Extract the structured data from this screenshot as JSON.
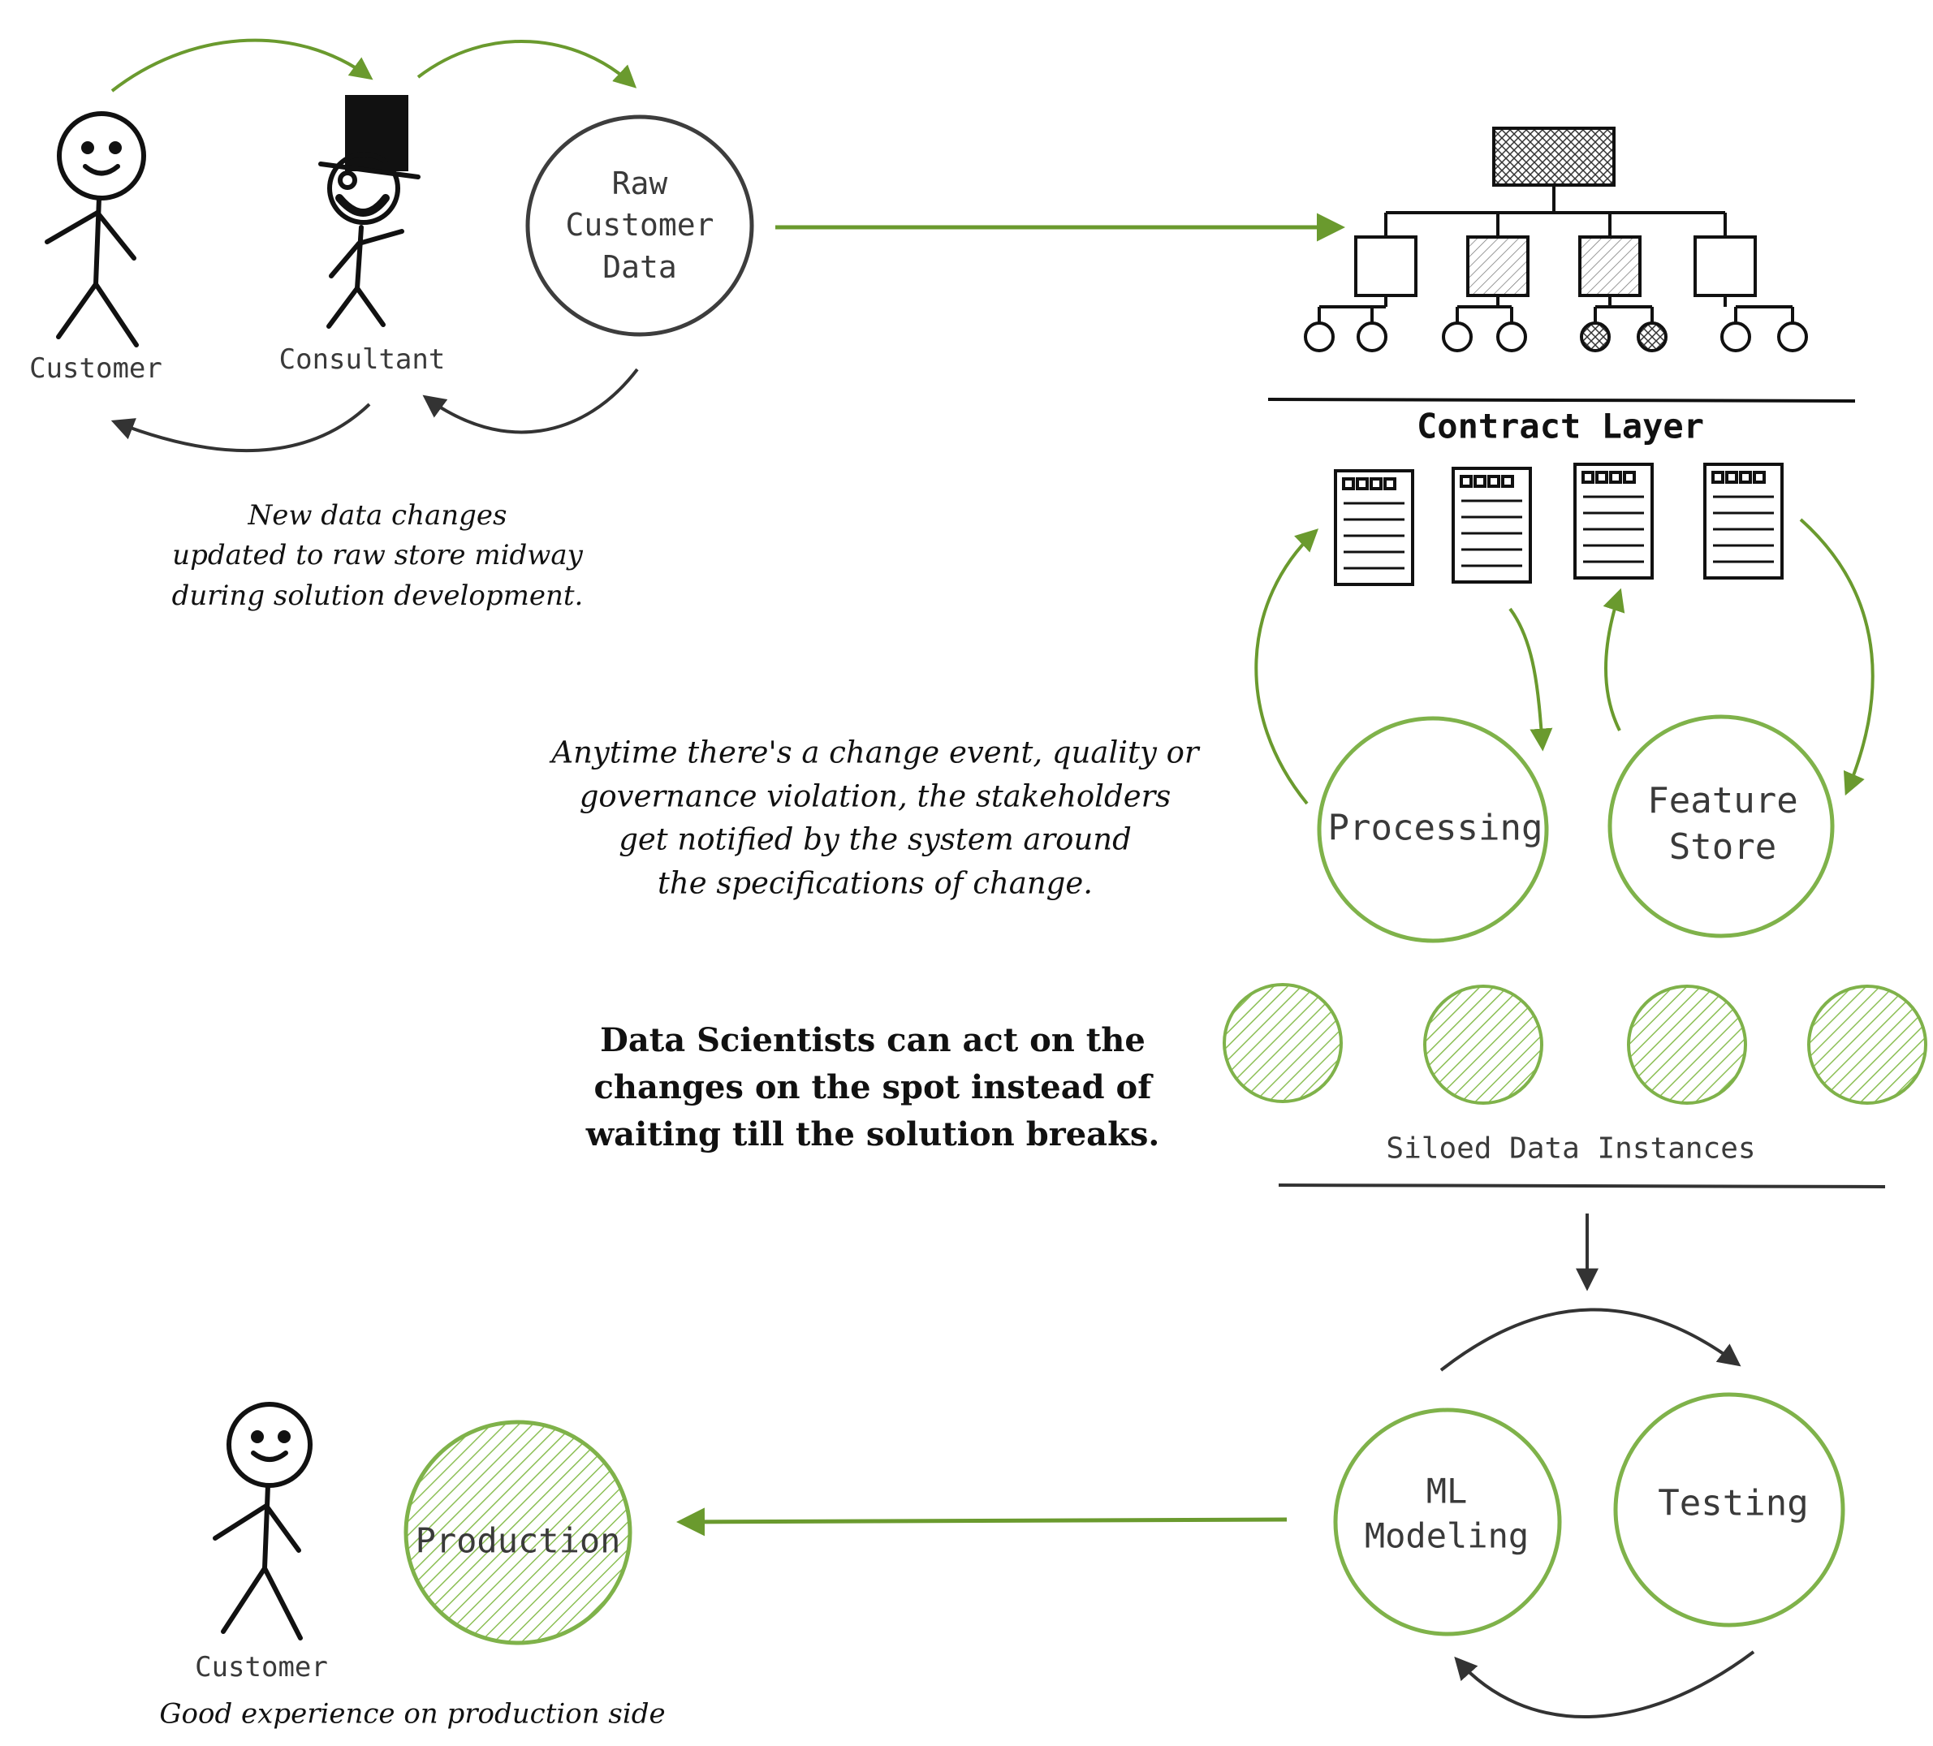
{
  "diagram": {
    "actors": {
      "customer_top": "Customer",
      "consultant": "Consultant",
      "customer_bottom": "Customer"
    },
    "nodes": {
      "raw_data": [
        "Raw",
        "Customer",
        "Data"
      ],
      "processing": "Processing",
      "feature_store": [
        "Feature",
        "Store"
      ],
      "ml_modeling": [
        "ML",
        "Modeling"
      ],
      "testing": "Testing",
      "production": "Production"
    },
    "labels": {
      "contract_layer": "Contract Layer",
      "siloed_instances": "Siloed Data Instances"
    },
    "notes": {
      "midway": [
        "New data changes",
        "updated to raw store midway",
        "during solution development."
      ],
      "notified": [
        "Anytime there's a change event, quality or",
        "governance violation, the stakeholders",
        "get notified by the system around",
        "the specifications of change."
      ],
      "data_scientists": [
        "Data Scientists can act on the",
        "changes on the spot instead of",
        "waiting till the solution breaks."
      ],
      "good_experience": "Good experience on production side"
    },
    "colors": {
      "accent_green": "#6a9a2e",
      "circle_green": "#7fb24a",
      "ink": "#222222",
      "gray_ink": "#3a3a3a"
    }
  }
}
